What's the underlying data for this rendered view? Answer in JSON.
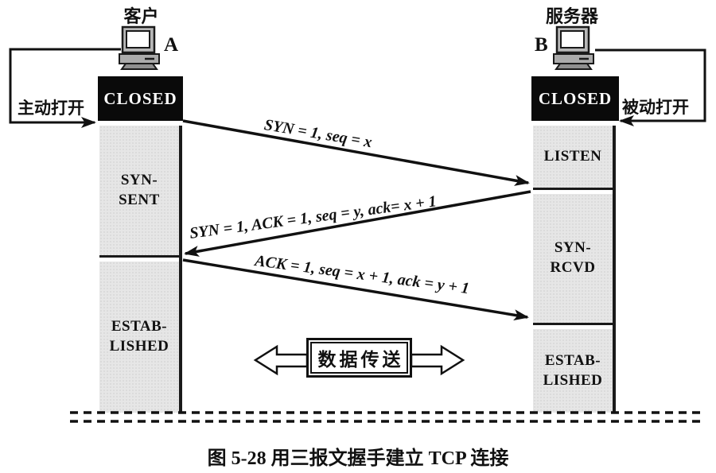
{
  "figure": {
    "caption": "图 5-28 用三报文握手建立 TCP 连接",
    "client": {
      "title": "客户",
      "host_label": "A",
      "open_action": "主动打开",
      "states": {
        "closed": "CLOSED",
        "syn_sent": "SYN-\nSENT",
        "established": "ESTAB-\nLISHED"
      }
    },
    "server": {
      "title": "服务器",
      "host_label": "B",
      "open_action": "被动打开",
      "states": {
        "closed": "CLOSED",
        "listen": "LISTEN",
        "syn_rcvd": "SYN-\nRCVD",
        "established": "ESTAB-\nLISHED"
      }
    },
    "messages": [
      {
        "id": "syn",
        "label": "SYN = 1, seq = x",
        "from": "client",
        "to": "server"
      },
      {
        "id": "syn-ack",
        "label": "SYN = 1, ACK = 1, seq = y, ack= x + 1",
        "from": "server",
        "to": "client"
      },
      {
        "id": "ack",
        "label": "ACK = 1, seq = x + 1, ack = y + 1",
        "from": "client",
        "to": "server"
      }
    ],
    "data_transfer": {
      "label": "数据传送"
    },
    "colors": {
      "line": "#111111",
      "state_box_bg": "#0a0a0a",
      "state_box_text": "#ffffff",
      "timeline_fill": "#e6e6e6"
    }
  }
}
